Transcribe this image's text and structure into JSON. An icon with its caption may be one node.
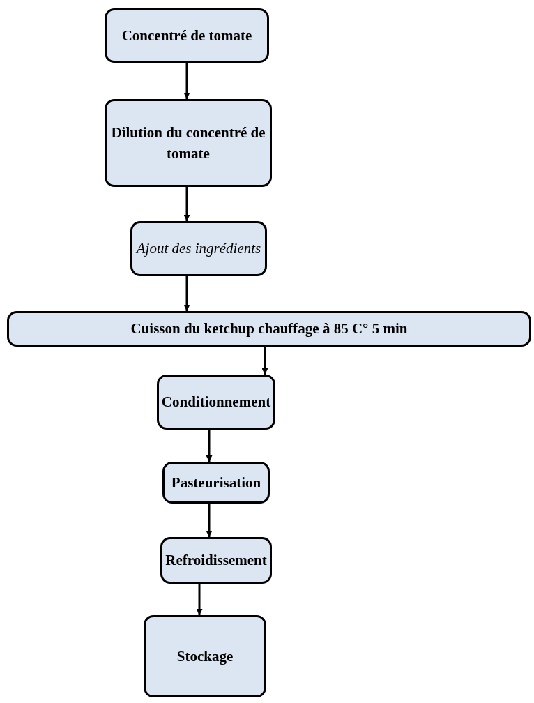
{
  "diagram": {
    "nodes": [
      {
        "text": [
          "Concentré de tomate"
        ]
      },
      {
        "text": [
          "Dilution du concentré de tomate"
        ]
      },
      {
        "text": [
          "Ajout des ingrédients"
        ]
      },
      {
        "text": [
          "Cuisson du ketchup chauffage à 85 C° 5 min"
        ]
      },
      {
        "text": [
          "Conditionnement"
        ]
      },
      {
        "text": [
          "Pasteurisation"
        ]
      },
      {
        "text": [
          "Refroidissement"
        ]
      },
      {
        "text": [
          "Stockage"
        ]
      }
    ],
    "edges": [
      {
        "from": 0,
        "to": 1,
        "arrow": "to"
      },
      {
        "from": 1,
        "to": 2,
        "arrow": "to"
      },
      {
        "from": 2,
        "to": 3,
        "arrow": "to"
      },
      {
        "from": 3,
        "to": 4,
        "arrow": "to"
      },
      {
        "from": 4,
        "to": 5,
        "arrow": "to"
      },
      {
        "from": 5,
        "to": 6,
        "arrow": "to"
      },
      {
        "from": 6,
        "to": 7,
        "arrow": "to"
      }
    ]
  }
}
